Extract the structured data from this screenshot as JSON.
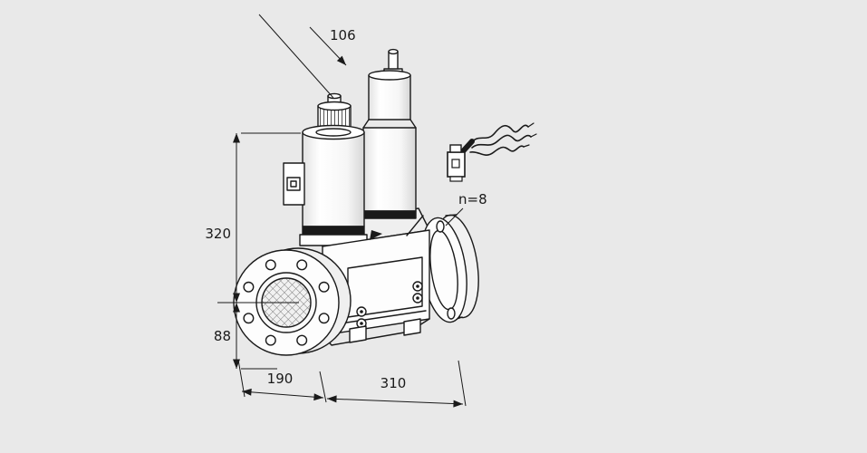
{
  "page": {
    "type": "technical-dimension-drawing",
    "background_color": "#e9e9e9"
  },
  "drawing": {
    "subject": "double-solenoid-gas-valve-with-flanges",
    "line_color": "#1a1a1a",
    "fill_color": "#fdfdfd",
    "mesh_color": "#777777"
  },
  "annotations": {
    "dim_depth_top": "106",
    "dim_total_height": "320",
    "dim_axis_height": "88",
    "dim_flange_width": "190",
    "dim_overall_length": "310",
    "bolt_count": "n=8"
  }
}
